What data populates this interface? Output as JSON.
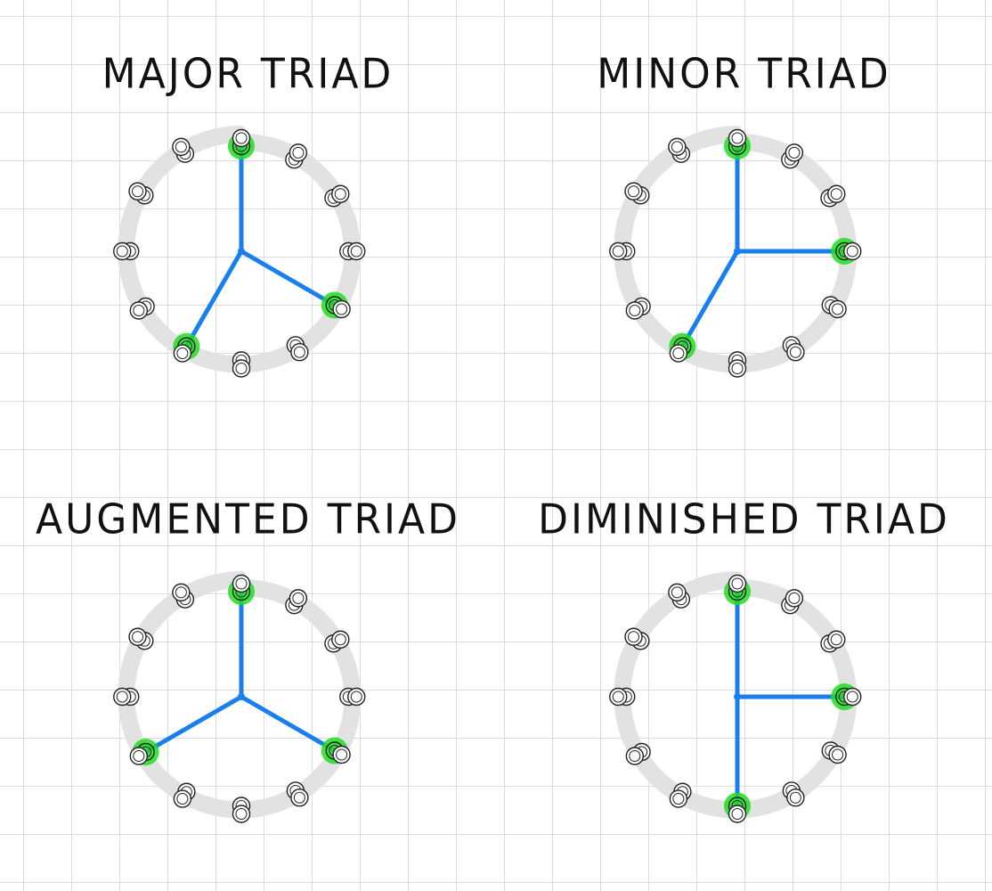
{
  "colors": {
    "paper": "#ffffff",
    "grid": "#dcdcdc",
    "ring": "#e2e2e2",
    "note_stroke": "#222222",
    "highlight": "#22dd22",
    "chord_line": "#1a7fee"
  },
  "diagrams": [
    {
      "title": "MAJOR TRIAD",
      "highlighted_notes": [
        0,
        4,
        7
      ]
    },
    {
      "title": "MINOR TRIAD",
      "highlighted_notes": [
        0,
        3,
        7
      ]
    },
    {
      "title": "AUGMENTED TRIAD",
      "highlighted_notes": [
        0,
        4,
        8
      ]
    },
    {
      "title": "DIMINISHED TRIAD",
      "highlighted_notes": [
        0,
        3,
        6
      ]
    }
  ]
}
